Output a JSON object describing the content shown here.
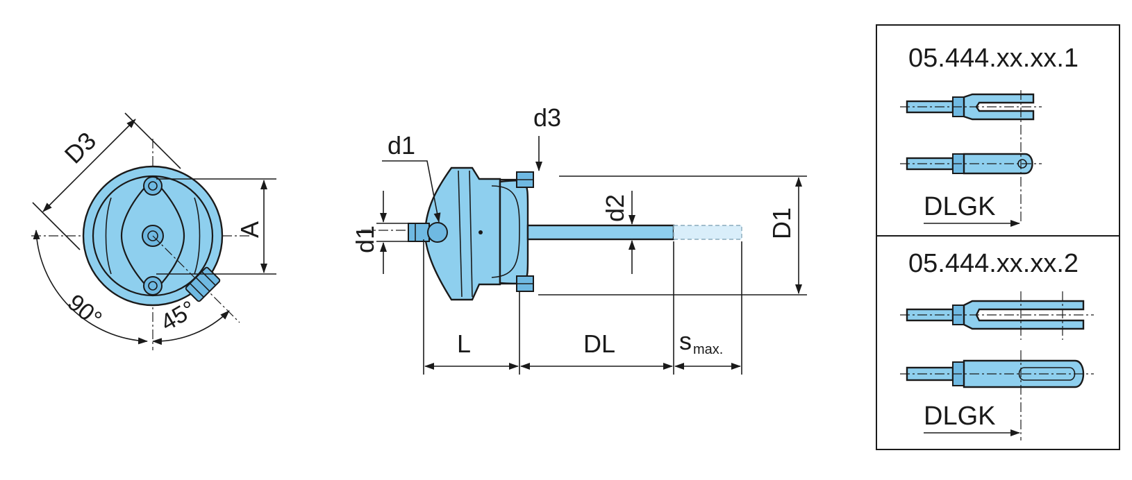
{
  "labels": {
    "d3_top": "d3",
    "d1_top": "d1",
    "d1_side": "d1",
    "d2": "d2",
    "D1": "D1",
    "D3": "D3",
    "A": "A",
    "angle_90": "90°",
    "angle_45": "45°",
    "L": "L",
    "DL": "DL",
    "s_main": "s",
    "s_sub": "max."
  },
  "variants": [
    {
      "code": "05.444.xx.xx.1",
      "dim": "DLGK"
    },
    {
      "code": "05.444.xx.xx.2",
      "dim": "DLGK"
    }
  ],
  "colors": {
    "part": "#8ecfee",
    "outline": "#1a1a1a",
    "background": "#ffffff"
  }
}
